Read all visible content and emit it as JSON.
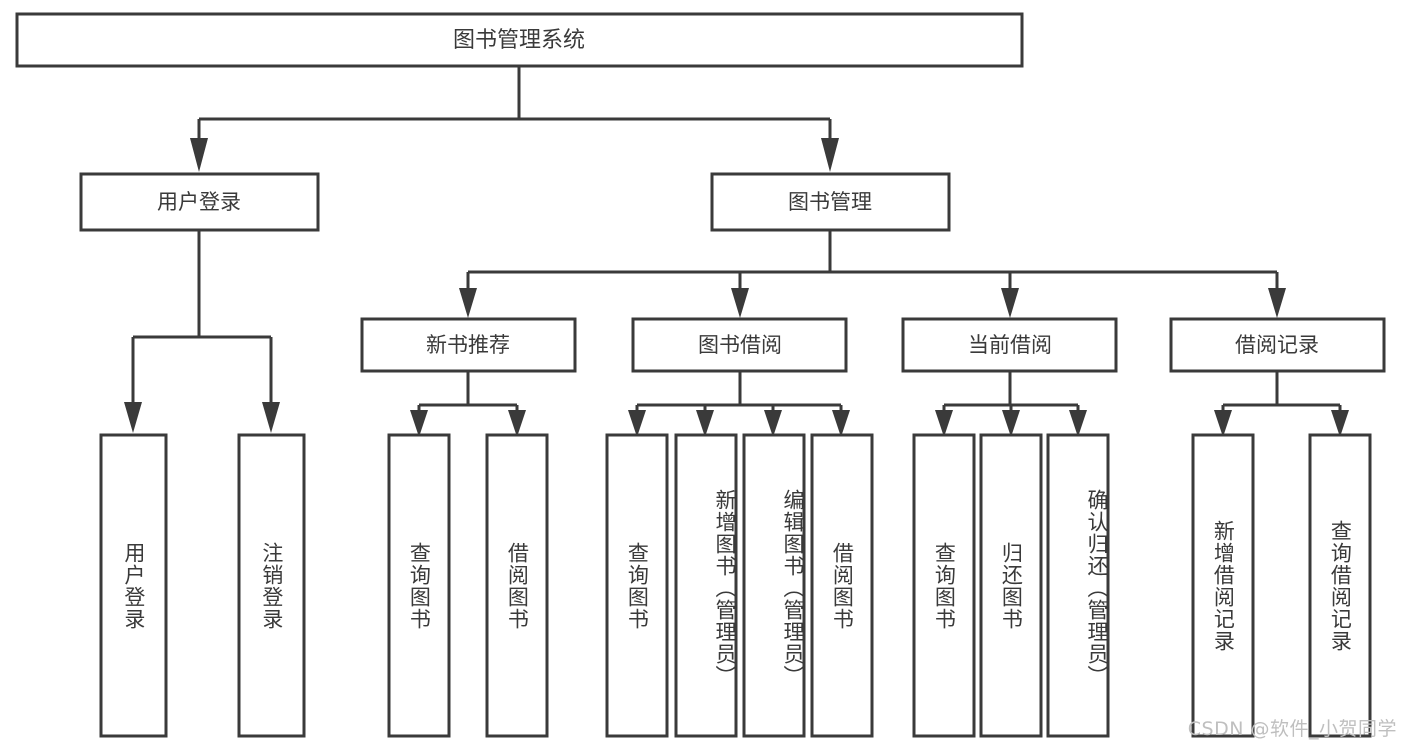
{
  "diagram": {
    "title": "图书管理系统",
    "type": "tree",
    "orientation": "top-down",
    "colors": {
      "box_stroke": "#3a3a3a",
      "box_fill": "#ffffff",
      "connector": "#3a3a3a",
      "text": "#3a3a3a",
      "background": "#ffffff",
      "watermark": "#bfbfbf"
    },
    "root": {
      "label": "图书管理系统"
    },
    "level2": [
      {
        "label": "用户登录"
      },
      {
        "label": "图书管理"
      }
    ],
    "level3": [
      {
        "label": "新书推荐"
      },
      {
        "label": "图书借阅"
      },
      {
        "label": "当前借阅"
      },
      {
        "label": "借阅记录"
      }
    ],
    "groups": [
      {
        "parent": "用户登录",
        "leaves": [
          {
            "label": "用户登录"
          },
          {
            "label": "注销登录"
          }
        ]
      },
      {
        "parent": "新书推荐",
        "leaves": [
          {
            "label": "查询图书"
          },
          {
            "label": "借阅图书"
          }
        ]
      },
      {
        "parent": "图书借阅",
        "leaves": [
          {
            "label": "查询图书"
          },
          {
            "label": "新增图书（管理员）"
          },
          {
            "label": "编辑图书（管理员）"
          },
          {
            "label": "借阅图书"
          }
        ]
      },
      {
        "parent": "当前借阅",
        "leaves": [
          {
            "label": "查询图书"
          },
          {
            "label": "归还图书"
          },
          {
            "label": "确认归还（管理员）"
          }
        ]
      },
      {
        "parent": "借阅记录",
        "leaves": [
          {
            "label": "新增借阅记录"
          },
          {
            "label": "查询借阅记录"
          }
        ]
      }
    ],
    "watermark": "CSDN @软件_小贺同学"
  }
}
